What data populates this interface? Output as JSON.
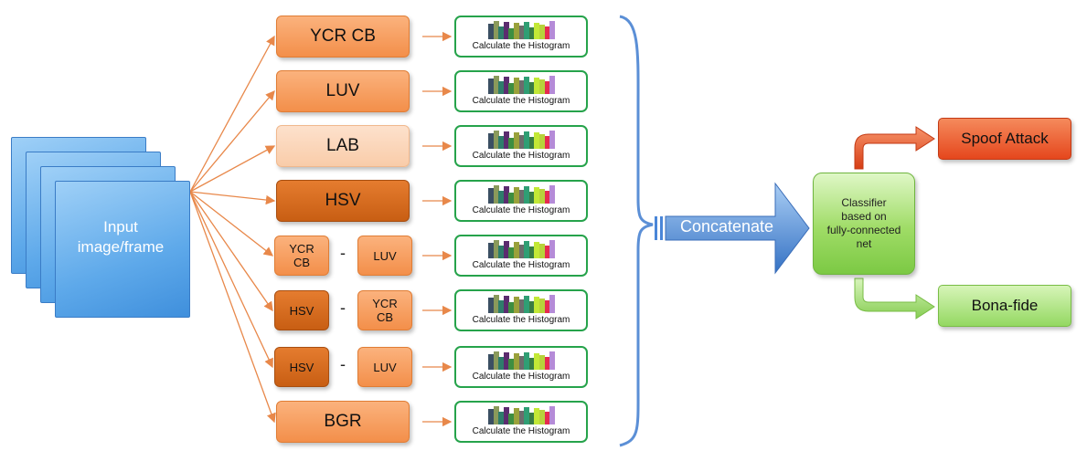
{
  "input": {
    "label": "Input\nimage/frame"
  },
  "operator": "-",
  "rows": [
    {
      "kind": "single",
      "label": "YCR CB",
      "shade": "mid"
    },
    {
      "kind": "single",
      "label": "LUV",
      "shade": "mid"
    },
    {
      "kind": "single",
      "label": "LAB",
      "shade": "light"
    },
    {
      "kind": "single",
      "label": "HSV",
      "shade": "dark"
    },
    {
      "kind": "pair",
      "left": {
        "label": "YCR\nCB",
        "shade": "mid"
      },
      "right": {
        "label": "LUV",
        "shade": "mid"
      }
    },
    {
      "kind": "pair",
      "left": {
        "label": "HSV",
        "shade": "dark"
      },
      "right": {
        "label": "YCR\nCB",
        "shade": "mid"
      }
    },
    {
      "kind": "pair",
      "left": {
        "label": "HSV",
        "shade": "dark"
      },
      "right": {
        "label": "LUV",
        "shade": "mid"
      }
    },
    {
      "kind": "single",
      "label": "BGR",
      "shade": "mid"
    }
  ],
  "histogram": {
    "label": "Calculate the Histogram",
    "bar_colors": [
      "#3b4f63",
      "#8a9a5b",
      "#2e7d6b",
      "#5b2c6f",
      "#3e8e41",
      "#9aa13b",
      "#6c6c6c",
      "#2f9e74",
      "#3a7d44",
      "#c3e836",
      "#b7d33b",
      "#e52b50",
      "#b58bd8"
    ],
    "bar_levels": [
      0.85,
      1.0,
      0.7,
      0.95,
      0.6,
      0.9,
      0.75,
      0.95,
      0.65,
      0.9,
      0.8,
      0.7,
      1.0
    ]
  },
  "concatenate": {
    "label": "Concatenate"
  },
  "classifier": {
    "label": "Classifier\nbased on\nfully-connected\nnet"
  },
  "outputs": {
    "spoof": "Spoof Attack",
    "bona_fide": "Bona-fide"
  },
  "colors": {
    "connector": "#e8884a",
    "histogram_border": "#26a34b",
    "brace": "#5b8fd6",
    "arrow_blue": "#4a86d8",
    "spoof_red": "#e5471d",
    "bona_green": "#94d862"
  }
}
